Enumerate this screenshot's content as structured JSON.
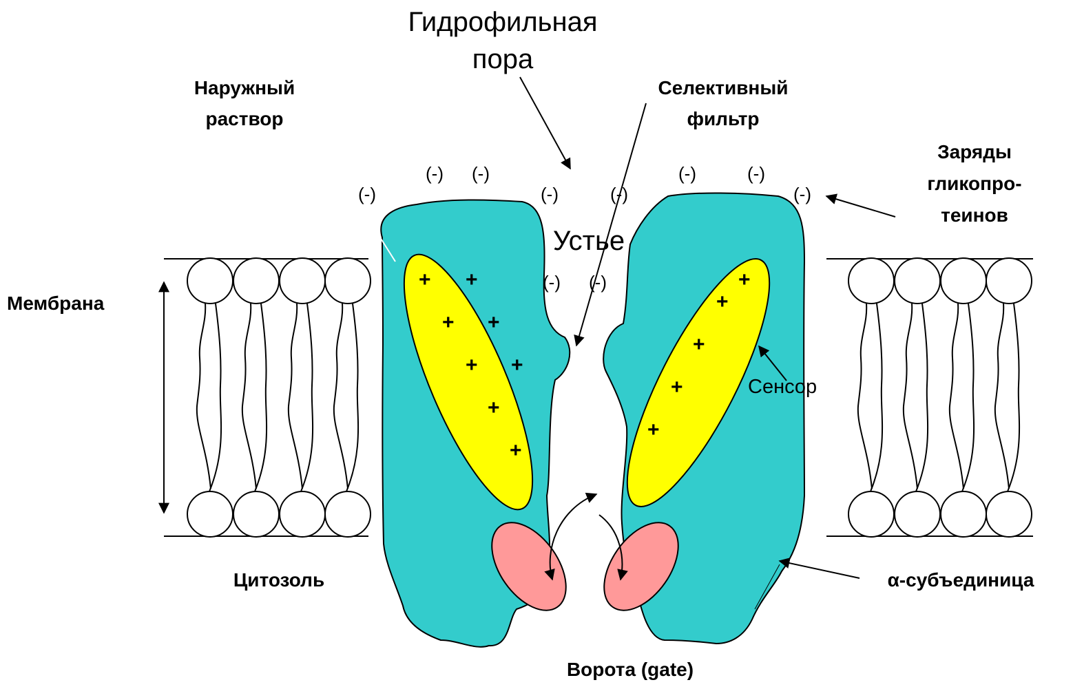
{
  "labels": {
    "pore_line1": "Гидрофильная",
    "pore_line2": "пора",
    "outer_line1": "Наружный",
    "outer_line2": "раствор",
    "filter_line1": "Селективный",
    "filter_line2": "фильтр",
    "glyco_line1": "Заряды",
    "glyco_line2": "гликопро-",
    "glyco_line3": "теинов",
    "membrane": "Мембрана",
    "mouth": "Устье",
    "sensor": "Сенсор",
    "cytosol": "Цитозоль",
    "alpha": "α-субъединица",
    "gate": "Ворота (gate)"
  },
  "charges": {
    "negative": "(-)",
    "positive": "+"
  },
  "colors": {
    "protein": "#33cccc",
    "sensor": "#ffff00",
    "gate": "#ff9999",
    "line": "#000000"
  }
}
